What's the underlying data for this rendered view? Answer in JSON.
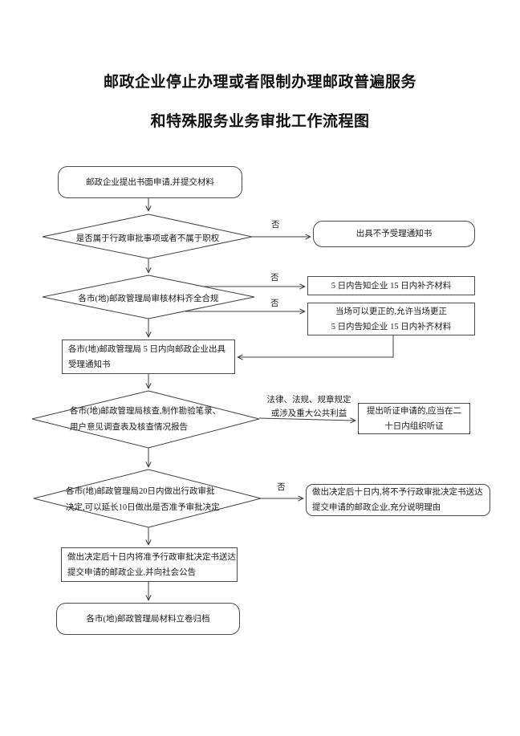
{
  "page": {
    "title_line1": "邮政企业停止办理或者限制办理邮政普遍服务",
    "title_line2": "和特殊服务业务审批工作流程图"
  },
  "flow": {
    "apply": "邮政企业提出书面申请,并提交材料",
    "decision_jurisdiction": "是否属于行政审批事项或者不属于职权",
    "reject_notice": "出具不予受理通知书",
    "decision_materials": "各市(地)邮政管理局审核材料齐全合规",
    "notify_supplement": "5 日内告知企业 15 日内补齐材料",
    "onsite_correct_line1": "当场可以更正的,允许当场更正",
    "onsite_correct_line2": "5 日内告知企业 15 日内补齐材料",
    "receipt_line1": "各市(地)邮政管理局 5 日内向邮政企业出具",
    "receipt_line2": "受理通知书",
    "decision_inspect_line1": "各市(地)邮政管理局核查,制作勘验笔录、",
    "decision_inspect_line2": "用户意见调查表及核查情况报告",
    "hearing_line1": "提出听证申请的,应当在二",
    "hearing_line2": "十日内组织听证",
    "decision_approve_line1": "各市(地)邮政管理局20日内做出行政审批",
    "decision_approve_line2": "决定,可以延长10日做出是否准予审批决定",
    "refuse_deliver_line1": "做出决定后十日内,将不予行政审批决定书送达",
    "refuse_deliver_line2": "提交申请的邮政企业,充分说明理由",
    "approve_deliver_line1": "做出决定后十日内将准予行政审批决定书送达",
    "approve_deliver_line2": "提交申请的邮政企业,并向社会公告",
    "archive": "各市(地)邮政管理局材料立卷归档"
  },
  "edge_labels": {
    "no_1": "否",
    "no_2": "否",
    "no_3": "否",
    "no_4": "否",
    "law_line1": "法律、法规、规章规定",
    "law_line2": "或涉及重大公共利益"
  },
  "colors": {
    "line": "#404040",
    "border": "#4a4a4a",
    "text": "#1c1c1c",
    "page_bg": "#ffffff"
  }
}
